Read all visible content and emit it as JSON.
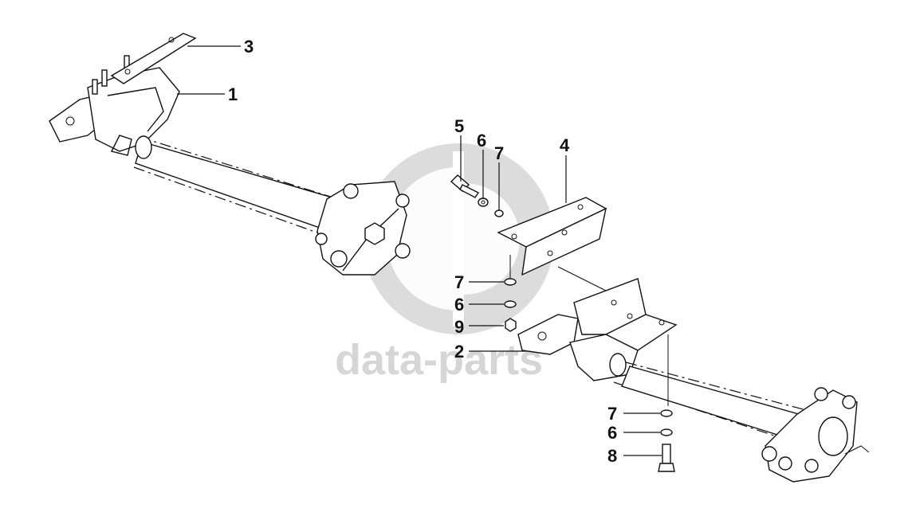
{
  "watermark": {
    "text": "data-parts",
    "watermark_color": "#d6d6d6"
  },
  "callouts": [
    {
      "id": "c-3",
      "label": "3"
    },
    {
      "id": "c-1",
      "label": "1"
    },
    {
      "id": "c-5",
      "label": "5"
    },
    {
      "id": "c-6a",
      "label": "6"
    },
    {
      "id": "c-7a",
      "label": "7"
    },
    {
      "id": "c-4",
      "label": "4"
    },
    {
      "id": "c-7b",
      "label": "7"
    },
    {
      "id": "c-6b",
      "label": "6"
    },
    {
      "id": "c-9",
      "label": "9"
    },
    {
      "id": "c-2",
      "label": "2"
    },
    {
      "id": "c-7c",
      "label": "7"
    },
    {
      "id": "c-6c",
      "label": "6"
    },
    {
      "id": "c-8",
      "label": "8"
    }
  ],
  "colors": {
    "line": "#111111",
    "background": "#ffffff"
  }
}
